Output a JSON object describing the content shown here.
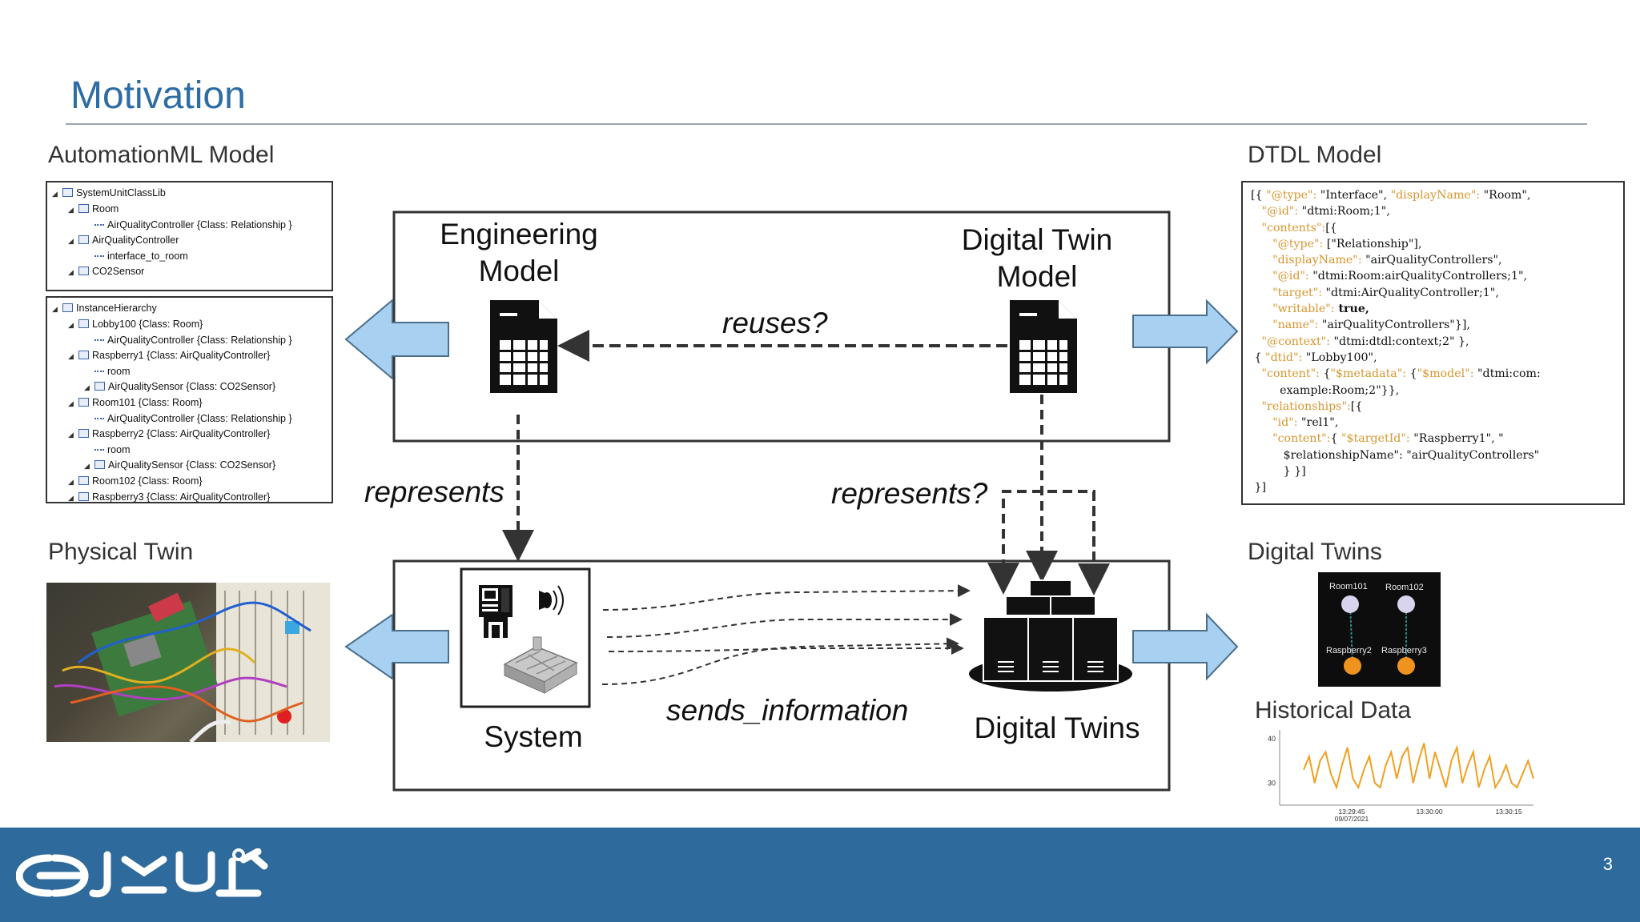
{
  "slide": {
    "title": "Motivation",
    "page_number": "3",
    "logo_text": "JKU"
  },
  "sections": {
    "aml": "AutomationML Model",
    "dtdl": "DTDL Model",
    "physical": "Physical Twin",
    "twins": "Digital Twins",
    "historical": "Historical Data"
  },
  "aml_tree_top": [
    {
      "label": "SystemUnitClassLib",
      "indent": 0
    },
    {
      "label": "Room",
      "indent": 1
    },
    {
      "label": "AirQualityController {Class: Relationship }",
      "indent": 2,
      "rel": true
    },
    {
      "label": "AirQualityController",
      "indent": 1
    },
    {
      "label": "interface_to_room",
      "indent": 2,
      "rel": true
    },
    {
      "label": "CO2Sensor",
      "indent": 1
    }
  ],
  "aml_tree_bottom": [
    {
      "label": "InstanceHierarchy",
      "indent": 0
    },
    {
      "label": "Lobby100 {Class: Room}",
      "indent": 1
    },
    {
      "label": "AirQualityController {Class: Relationship }",
      "indent": 2,
      "rel": true
    },
    {
      "label": "Raspberry1 {Class: AirQualityController}",
      "indent": 1
    },
    {
      "label": "room",
      "indent": 2,
      "rel": true
    },
    {
      "label": "AirQualitySensor {Class: CO2Sensor}",
      "indent": 2
    },
    {
      "label": "Room101 {Class: Room}",
      "indent": 1
    },
    {
      "label": "AirQualityController {Class: Relationship }",
      "indent": 2,
      "rel": true
    },
    {
      "label": "Raspberry2 {Class: AirQualityController}",
      "indent": 1
    },
    {
      "label": "room",
      "indent": 2,
      "rel": true
    },
    {
      "label": "AirQualitySensor {Class: CO2Sensor}",
      "indent": 2
    },
    {
      "label": "Room102 {Class: Room}",
      "indent": 1
    },
    {
      "label": "Raspberry3 {Class: AirQualityController}",
      "indent": 1
    }
  ],
  "dtdl_code": [
    "[{ \"@type\": \"Interface\", \"displayName\": \"Room\",",
    "   \"@id\": \"dtmi:Room;1\",",
    "   \"contents\":[{",
    "      \"@type\": [\"Relationship\"],",
    "      \"displayName\": \"airQualityControllers\",",
    "      \"@id\": \"dtmi:Room:airQualityControllers;1\",",
    "      \"target\": \"dtmi:AirQualityController;1\",",
    "      \"writable\": true,",
    "      \"name\": \"airQualityControllers\"}],",
    "   \"@context\": \"dtmi:dtdl:context;2\" },",
    " { \"dtid\": \"Lobby100\",",
    "   \"content\": {\"$metadata\": {\"$model\": \"dtmi:com:",
    "        example:Room;2\"}},",
    "   \"relationships\":[{",
    "      \"id\": \"rel1\",",
    "      \"content\":{ \"$targetId\": \"Raspberry1\", \"",
    "         $relationshipName\": \"airQualityControllers\"",
    "         } }]",
    " }]"
  ],
  "diagram": {
    "engineering_model": "Engineering Model",
    "digital_twin_model": "Digital Twin Model",
    "system": "System",
    "digital_twins": "Digital Twins",
    "reuses": "reuses?",
    "represents": "represents",
    "represents_q": "represents?",
    "sends_information": "sends_information"
  },
  "twin_graph": {
    "nodes": [
      "Room101",
      "Room102",
      "Raspberry2",
      "Raspberry3"
    ],
    "colors": {
      "room": "#d8d4ee",
      "device": "#f0931e"
    }
  },
  "historical_chart": {
    "y_ticks": [
      "40",
      "30"
    ],
    "x_ticks": [
      "13:29:45",
      "13:30:00",
      "13:30:15"
    ],
    "x_date": "09/07/2021",
    "line_color": "#f0a020"
  },
  "chart_data": {
    "type": "line",
    "x": [
      "13:29:45",
      "13:30:00",
      "13:30:15"
    ],
    "ylim": [
      25,
      42
    ],
    "series": [
      {
        "values": [
          33,
          36,
          30,
          35,
          37,
          32,
          29,
          34,
          38,
          31,
          29,
          33,
          36,
          30,
          29,
          34,
          37,
          31,
          36,
          38,
          30,
          35,
          39,
          31,
          37,
          33,
          29,
          35,
          38,
          30,
          34,
          37,
          29,
          33,
          36,
          29,
          31,
          34,
          30,
          29,
          32,
          35,
          31
        ]
      }
    ],
    "color": "#f0a020"
  }
}
